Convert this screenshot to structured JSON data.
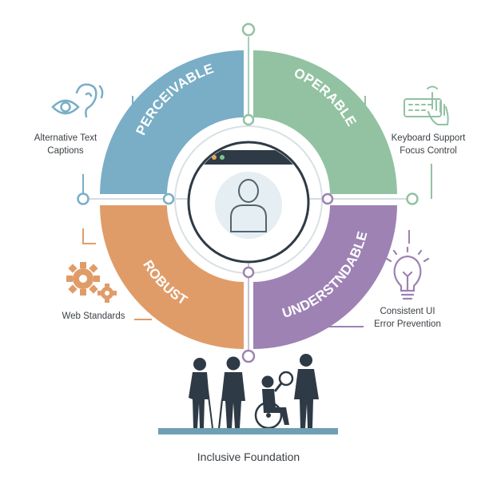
{
  "colors": {
    "perceivable": "#79aec6",
    "operable": "#92c2a2",
    "understandable": "#9d82b3",
    "robust": "#e09c68",
    "connector": "#cfd4d6",
    "dark": "#2e3a45",
    "platform": "#6e9fb3"
  },
  "segments": {
    "perceivable": {
      "label": "PERCEIVABLE",
      "icon": "eye-ear-icon",
      "notes": [
        "Alternative Text",
        "Captions"
      ]
    },
    "operable": {
      "label": "OPERABLE",
      "icon": "keyboard-hand-icon",
      "notes": [
        "Keyboard Support",
        "Focus Control"
      ]
    },
    "understandable": {
      "label": "UNDERSTNDABLE",
      "icon": "lightbulb-icon",
      "notes": [
        "Consistent UI",
        "Error Prevention"
      ]
    },
    "robust": {
      "label": "ROBUST",
      "icon": "gears-icon",
      "notes": [
        "Web Standards"
      ]
    }
  },
  "center": {
    "icon": "user-profile-icon",
    "window_dots": [
      "#e86a7a",
      "#e8a35c",
      "#7fc48e"
    ]
  },
  "footer": {
    "caption": "Inclusive Foundation",
    "icon": "diverse-people-icon"
  }
}
